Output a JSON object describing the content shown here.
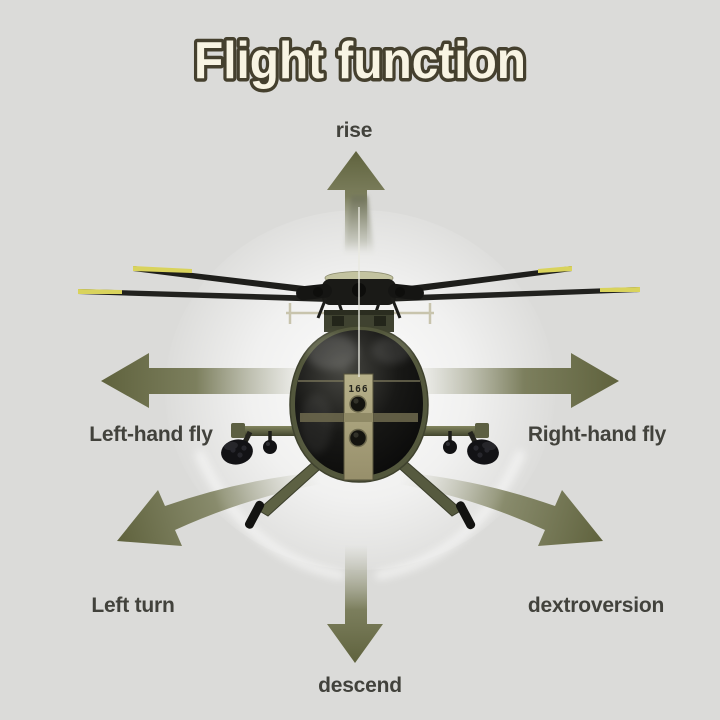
{
  "title": "Flight function",
  "functions": {
    "rise": "rise",
    "left_hand_fly": "Left-hand fly",
    "right_hand_fly": "Right-hand fly",
    "left_turn": "Left turn",
    "dextroversion": "dextroversion",
    "descend": "descend"
  },
  "arrows": [
    {
      "icon": "arrow-up",
      "meaning": "rise"
    },
    {
      "icon": "arrow-left",
      "meaning": "Left-hand fly"
    },
    {
      "icon": "arrow-right",
      "meaning": "Right-hand fly"
    },
    {
      "icon": "arrow-curved-down-left",
      "meaning": "Left turn"
    },
    {
      "icon": "arrow-curved-down-right",
      "meaning": "dextroversion"
    },
    {
      "icon": "arrow-down",
      "meaning": "descend"
    }
  ],
  "helicopter": {
    "nose_number": "166",
    "description": "military olive-green RC helicopter, front view, four rotor blades with yellow tips, side gun pods, twin landing skids"
  },
  "colors": {
    "background": "#dbdbd9",
    "arrow_olive": "#676a45",
    "label_text": "#42423c",
    "title_fill": "#f8f4e3",
    "title_outline": "#45402e",
    "body_olive": "#53573c",
    "stripe_khaki": "#aaa47b",
    "blade_tip_yellow": "#d9d35c",
    "glow_white": "#ffffff"
  }
}
